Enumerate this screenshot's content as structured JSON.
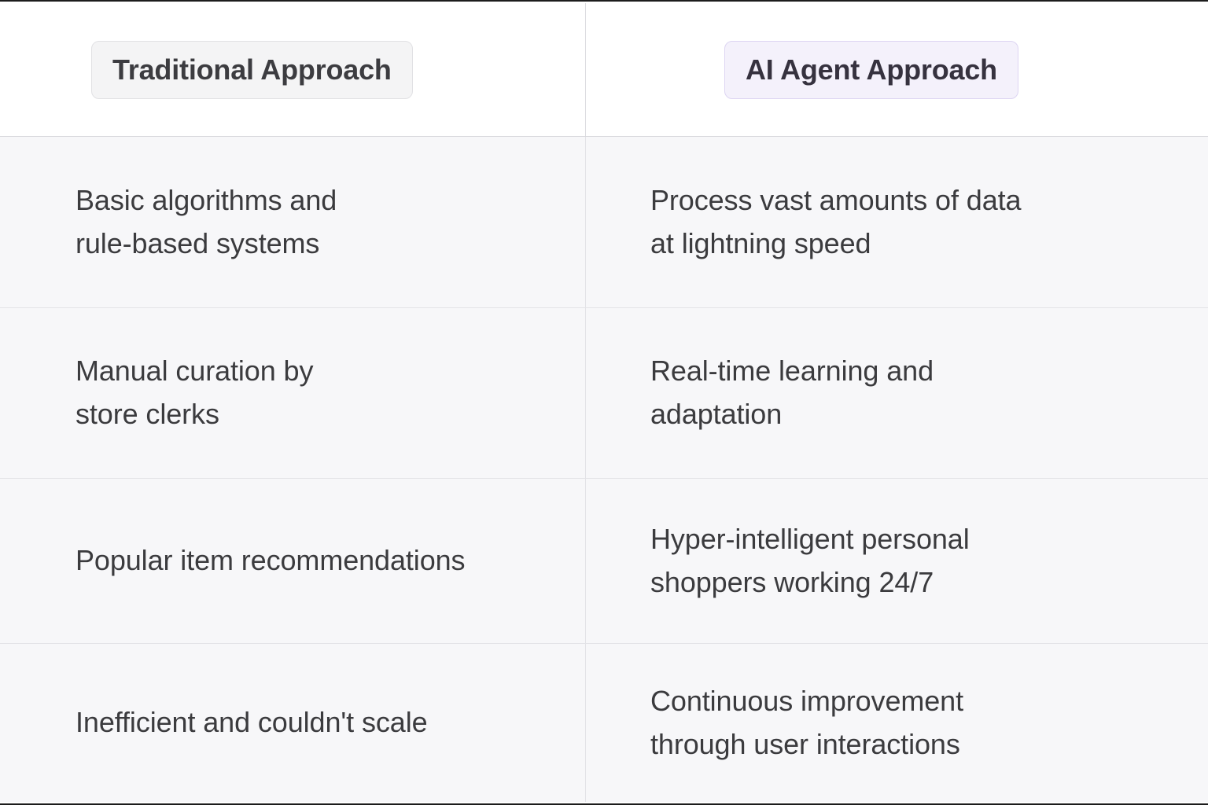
{
  "table": {
    "columns": [
      {
        "id": "traditional",
        "label": "Traditional Approach",
        "badge_style": "gray"
      },
      {
        "id": "ai_agent",
        "label": "AI Agent Approach",
        "badge_style": "lavender"
      }
    ],
    "rows": [
      {
        "traditional": "Basic algorithms and\nrule-based systems",
        "ai_agent": "Process vast amounts of data\nat lightning speed"
      },
      {
        "traditional": "Manual curation by\nstore clerks",
        "ai_agent": "Real-time learning and\nadaptation"
      },
      {
        "traditional": "Popular item recommendations",
        "ai_agent": "Hyper-intelligent personal\nshoppers working 24/7"
      },
      {
        "traditional": "Inefficient and couldn't scale",
        "ai_agent": "Continuous improvement\nthrough user interactions"
      }
    ]
  },
  "colors": {
    "header_background": "#ffffff",
    "row_background": "#f7f7f9",
    "divider": "#e3e3e7",
    "text": "#3b3b3e",
    "badge_gray_bg": "#f4f4f5",
    "badge_gray_border": "#e1e1e4",
    "badge_lavender_bg": "#f4f1fb",
    "badge_lavender_border": "#ddd5f2",
    "edge_rule": "#1c1c1c"
  }
}
